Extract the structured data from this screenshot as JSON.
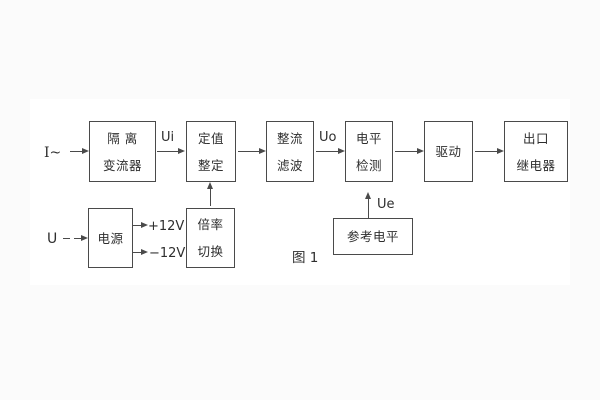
{
  "figure": {
    "caption": "图 1",
    "blocks": [
      {
        "name": "isolation-transformer",
        "lines": [
          "隔 离",
          "变流器"
        ]
      },
      {
        "name": "setting-adjustment",
        "lines": [
          "定值",
          "整定"
        ]
      },
      {
        "name": "rectify-filter",
        "lines": [
          "整流",
          "滤波"
        ]
      },
      {
        "name": "level-detection",
        "lines": [
          "电平",
          "检测"
        ]
      },
      {
        "name": "drive",
        "lines": [
          "驱动"
        ]
      },
      {
        "name": "output-relay",
        "lines": [
          "出口",
          "继电器"
        ]
      },
      {
        "name": "power-supply",
        "lines": [
          "电源"
        ]
      },
      {
        "name": "ratio-switch",
        "lines": [
          "倍率",
          "切换"
        ]
      },
      {
        "name": "reference-level",
        "lines": [
          "参考电平"
        ]
      }
    ],
    "labels": {
      "input_current": "I~",
      "input_voltage": "U",
      "signal_ui": "Ui",
      "signal_uo": "Uo",
      "signal_ue": "Ue",
      "rail_positive": "+12V",
      "rail_negative": "−12V"
    },
    "colors": {
      "line": "#4a4a4a",
      "text": "#2e2e2e",
      "panel_background": "#ffffff",
      "page_background": "#fbfbfb"
    }
  }
}
